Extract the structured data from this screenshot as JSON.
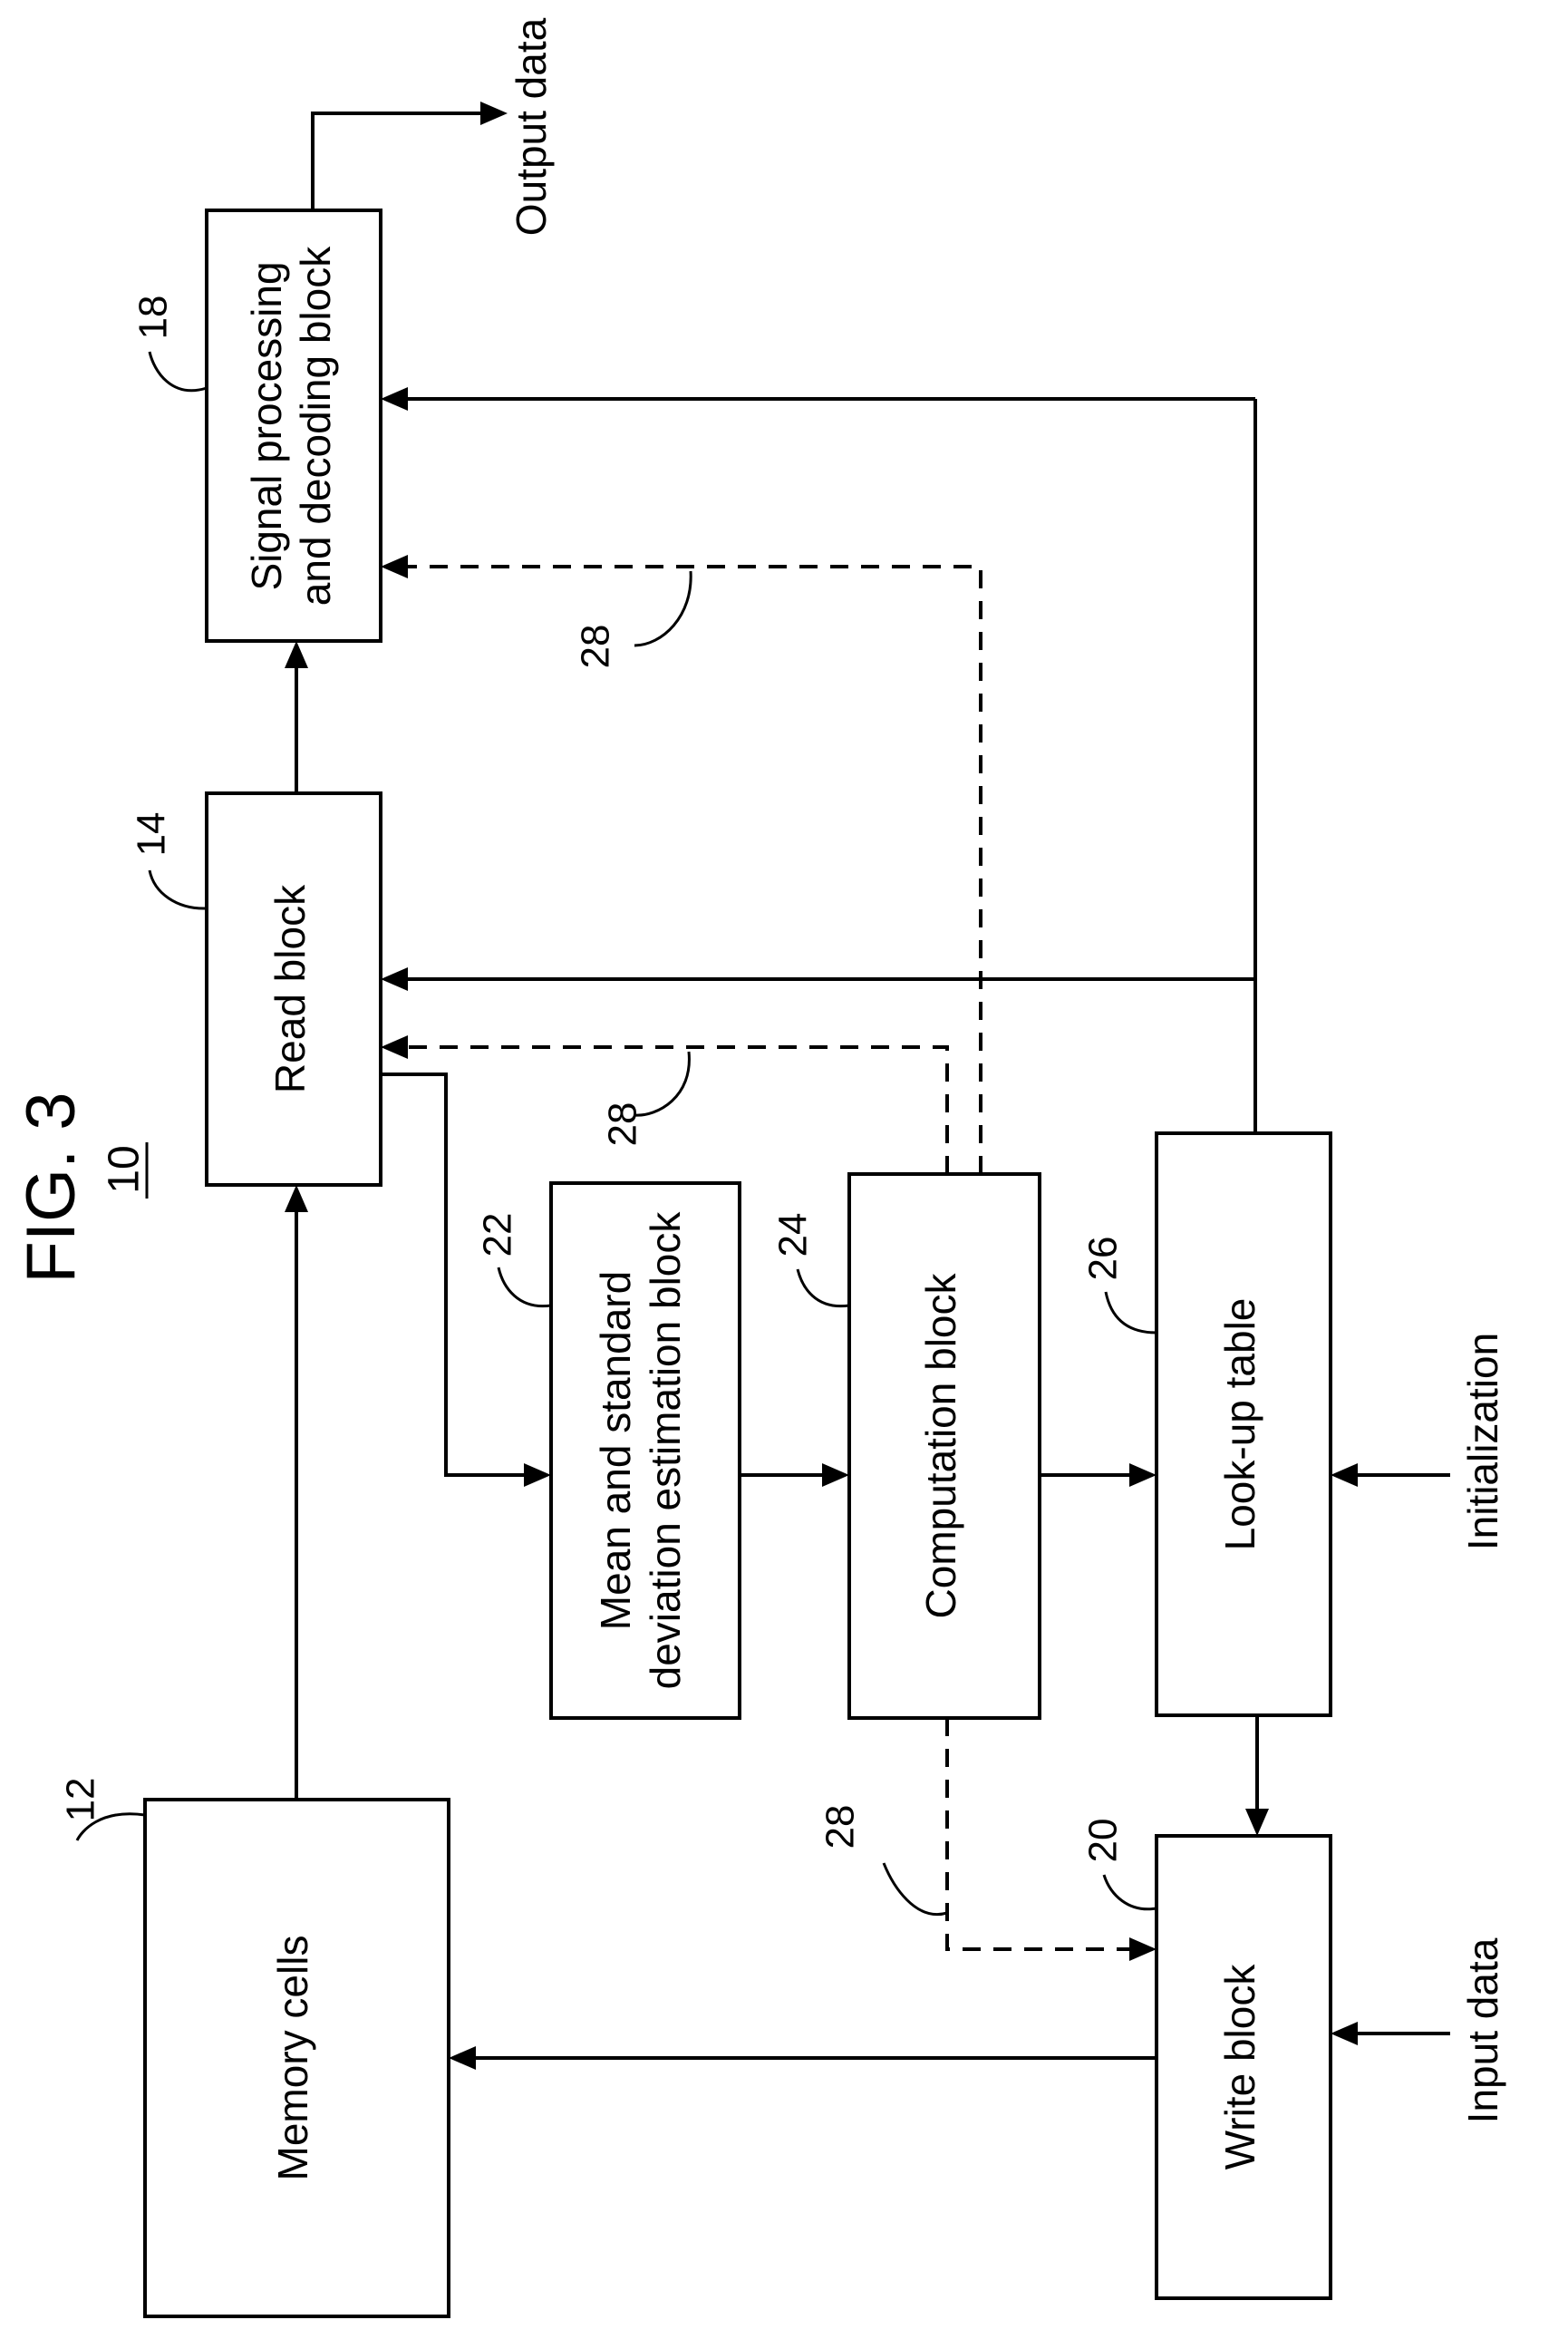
{
  "figure": {
    "title": "FIG. 3",
    "number": "10"
  },
  "blocks": {
    "memory_cells": {
      "label": "Memory cells",
      "ref": "12"
    },
    "read_block": {
      "label": "Read block",
      "ref": "14"
    },
    "signal_processing": {
      "label_line1": "Signal processing",
      "label_line2": "and decoding block",
      "ref": "18"
    },
    "write_block": {
      "label": "Write block",
      "ref": "20"
    },
    "mean_std": {
      "label_line1": "Mean and standard",
      "label_line2": "deviation estimation block",
      "ref": "22"
    },
    "computation": {
      "label": "Computation block",
      "ref": "24"
    },
    "lookup_table": {
      "label": "Look-up table",
      "ref": "26"
    }
  },
  "feedback_ref": "28",
  "external": {
    "output_data": "Output data",
    "input_data": "Input data",
    "initialization": "Initialization"
  }
}
